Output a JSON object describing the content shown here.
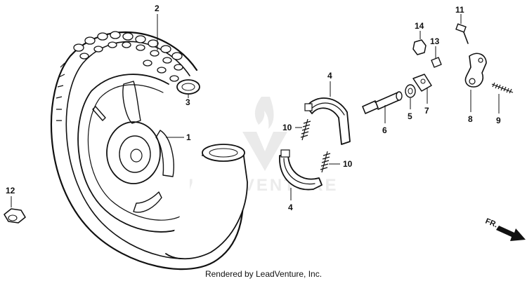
{
  "labels": {
    "p1": "1",
    "p2": "2",
    "p3": "3",
    "p4a": "4",
    "p4b": "4",
    "p5": "5",
    "p6": "6",
    "p7": "7",
    "p8": "8",
    "p9": "9",
    "p10a": "10",
    "p10b": "10",
    "p11": "11",
    "p12": "12",
    "p13": "13",
    "p14": "14"
  },
  "watermark": "LEADVENTURE",
  "direction_marker": "FR.",
  "credit": "Rendered by LeadVenture, Inc."
}
